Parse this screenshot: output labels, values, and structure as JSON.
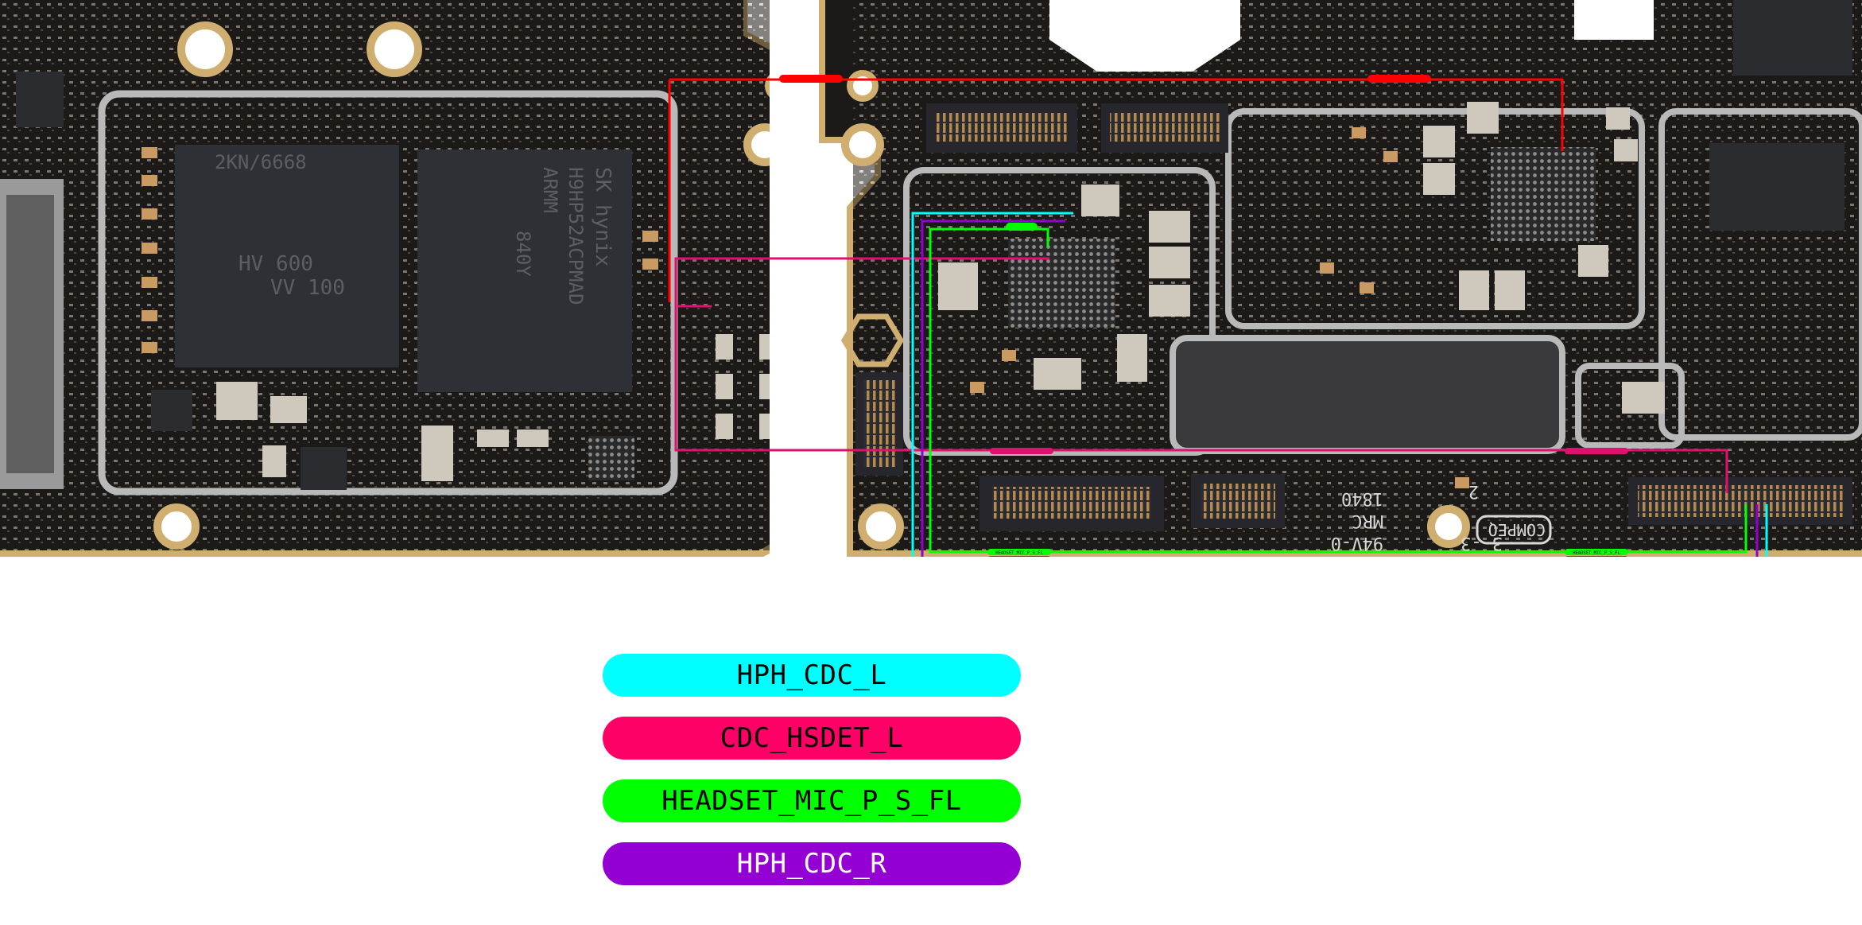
{
  "board": {
    "ic_markings": [
      {
        "id": "mem-left-1",
        "text": "2KN/6668"
      },
      {
        "id": "mem-left-2",
        "text": "HV 600"
      },
      {
        "id": "mem-left-3",
        "text": "VV 100"
      },
      {
        "id": "soc-text-1",
        "text": "SK hynix"
      },
      {
        "id": "soc-text-2",
        "text": "H9HP52ACPMAD"
      },
      {
        "id": "soc-text-3",
        "text": "ARMM"
      },
      {
        "id": "soc-text-4",
        "text": "840Y"
      },
      {
        "id": "pcb-code-1",
        "text": "1840"
      },
      {
        "id": "pcb-code-2",
        "text": "MRC"
      },
      {
        "id": "pcb-code-3",
        "text": "94V-0"
      },
      {
        "id": "pcb-code-4",
        "text": "3 -3"
      },
      {
        "id": "pcb-logo",
        "text": "COMPEQ"
      },
      {
        "id": "pcb-code-5",
        "text": "2"
      }
    ],
    "connector_tags": [
      {
        "net": "HEADSET_MIC_P_S_FL",
        "color": "#00ff00"
      },
      {
        "net": "HPH_CDC_R",
        "color": "#9400d3"
      },
      {
        "net": "HPH_CDC_L",
        "color": "#00ffff"
      }
    ]
  },
  "legend": [
    {
      "label": "HPH_CDC_L",
      "color": "#00ffff",
      "text_color": "#000000"
    },
    {
      "label": "CDC_HSDET_L",
      "color": "#ff0066",
      "text_color": "#000000"
    },
    {
      "label": "HEADSET_MIC_P_S_FL",
      "color": "#00ff00",
      "text_color": "#000000"
    },
    {
      "label": "HPH_CDC_R",
      "color": "#9400d3",
      "text_color": "#ffffff"
    }
  ],
  "colors": {
    "pcb": "#1c1a18",
    "pcb_edge": "#cfae6f",
    "shield": "#b9b9b9",
    "trace_red": "#ff0000",
    "trace_pink": "#e0106e"
  }
}
